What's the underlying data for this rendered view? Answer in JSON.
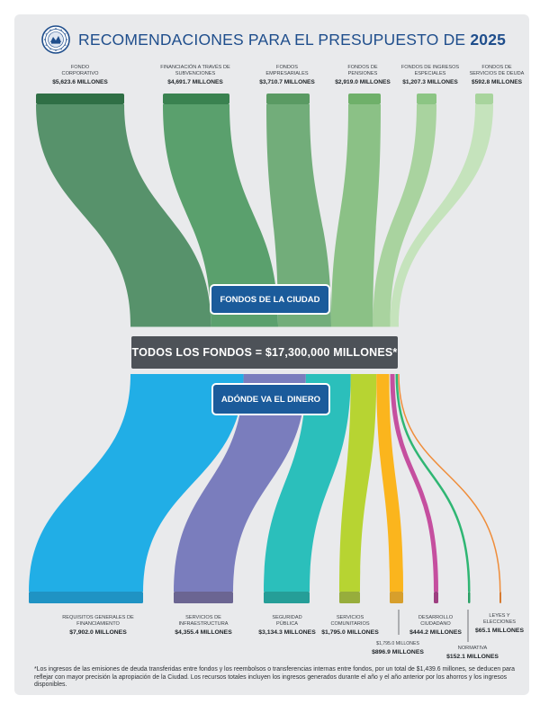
{
  "header": {
    "title_prefix": "RECOMENDACIONES PARA EL PRESUPUESTO DE",
    "title_year": "2025",
    "seal_icon": "city-seal-icon"
  },
  "sources": [
    {
      "label": "FONDO CORPORATIVO",
      "amount": "$5,623.6 MILLONES",
      "value": 5623.6,
      "color": "#57926b",
      "bar_color": "#2f6f45"
    },
    {
      "label": "FINANCIACIÓN A TRAVÉS DE SUBVENCIONES",
      "amount": "$4,691.7 MILLONES",
      "value": 4691.7,
      "color": "#5aa06d",
      "bar_color": "#3a8250"
    },
    {
      "label": "FONDOS EMPRESARIALES",
      "amount": "$3,710.7 MILLONES",
      "value": 3710.7,
      "color": "#72ad7a",
      "bar_color": "#5a9a63"
    },
    {
      "label": "FONDOS DE PENSIONES",
      "amount": "$2,919.0 MILLONES",
      "value": 2919.0,
      "color": "#8bc186",
      "bar_color": "#6fb06a"
    },
    {
      "label": "FONDOS DE INGRESOS ESPECIALES",
      "amount": "$1,207.3 MILLONES",
      "value": 1207.3,
      "color": "#a9d39f",
      "bar_color": "#8cc584"
    },
    {
      "label": "FONDOS DE SERVICIOS DE DEUDA",
      "amount": "$592.8 MILLONES",
      "value": 592.8,
      "color": "#c5e3bc",
      "bar_color": "#a8d49d"
    }
  ],
  "center": {
    "fondos_label": "FONDOS DE LA CIUDAD",
    "total_label": "TODOS LOS FONDOS = $17,300,000 MILLONES*",
    "adonde_label": "ADÓNDE VA EL DINERO"
  },
  "destinations": [
    {
      "label": "REQUISITOS GENERALES DE FINANCIAMIENTO",
      "amount": "$7,902.0 MILLONES",
      "value": 7902.0,
      "color": "#21aee6",
      "bar_color": "#1f93c4"
    },
    {
      "label": "SERVICIOS DE INFRAESTRUCTURA",
      "amount": "$4,355.4 MILLONES",
      "value": 4355.4,
      "color": "#7a7dbd",
      "bar_color": "#6b6592"
    },
    {
      "label": "SEGURIDAD PÚBLICA",
      "amount": "$3,134.3 MILLONES",
      "value": 3134.3,
      "color": "#2bbfbb",
      "bar_color": "#259e98"
    },
    {
      "label": "SERVICIOS COMUNITARIOS",
      "amount": "$1,795.0 MILLONES",
      "value": 1795.0,
      "color": "#b7d432",
      "bar_color": "#97ad3c"
    },
    {
      "label": "$1,795.0 MILLONES",
      "amount": "$896.9 MILLONES",
      "value": 896.9,
      "color": "#fbb51d",
      "bar_color": "#d79f2c"
    },
    {
      "label": "DESARROLLO CIUDADANO",
      "amount": "$444.2 MILLONES",
      "value": 444.2,
      "color": "#c54f9f",
      "bar_color": "#9e3f81"
    },
    {
      "label": "NORMATIVA",
      "amount": "$152.1 MILLONES",
      "value": 152.1,
      "color": "#2fb673",
      "bar_color": "#2ba066"
    },
    {
      "label": "LEYES Y ELECCIONES",
      "amount": "$65.1 MILLONES",
      "value": 65.1,
      "color": "#ef8d3a",
      "bar_color": "#d67a2f"
    }
  ],
  "footnote": "*Los ingresos de las emisiones de deuda transferidas entre fondos y los reembolsos o transferencias internas entre fondos, por un total de $1,439.6 millones, se deducen para reflejar con mayor precisión la apropiación de la Ciudad. Los recursos totales incluyen los ingresos generados durante el año y el año anterior por los ahorros y los ingresos disponibles."
}
